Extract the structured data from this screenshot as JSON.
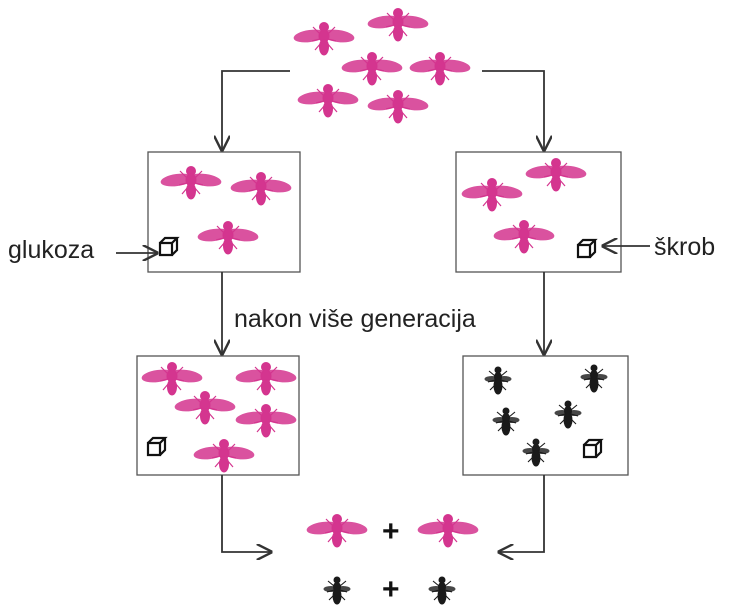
{
  "labels": {
    "glucose": "glukoza",
    "starch": "škrob",
    "generations": "nakon više generacija",
    "plus": "+"
  },
  "colors": {
    "pink_fly": "#d4358f",
    "dark_fly": "#1a1a1a",
    "box_border": "#555555",
    "arrow": "#333333"
  },
  "icons": {
    "fly": "fruit-fly-icon",
    "food_cube": "cube-icon"
  }
}
